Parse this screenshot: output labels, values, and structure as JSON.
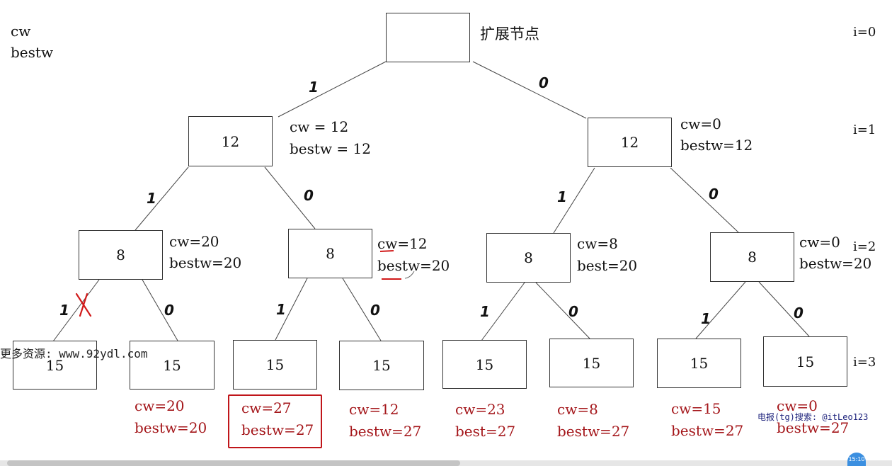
{
  "corner_labels": [
    "cw",
    "bestw"
  ],
  "root_title": "扩展节点",
  "level_labels": [
    "i=0",
    "i=1",
    "i=2",
    "i=3"
  ],
  "nodes": {
    "root": "",
    "l1_left": "12",
    "l1_right": "12",
    "l2_a": "8",
    "l2_b": "8",
    "l2_c": "8",
    "l2_d": "8",
    "l3": [
      "15",
      "15",
      "15",
      "15",
      "15",
      "15",
      "15",
      "15"
    ]
  },
  "edge_labels": {
    "root_left": "1",
    "root_right": "0",
    "l1l_left": "1",
    "l1l_right": "0",
    "l1r_left": "1",
    "l1r_right": "0",
    "l2a_left": "1",
    "l2a_right": "0",
    "l2b_left": "1",
    "l2b_right": "0",
    "l2c_left": "1",
    "l2c_right": "0",
    "l2d_left": "1",
    "l2d_right": "0"
  },
  "annotations": {
    "l1_left": [
      "cw = 12",
      "bestw = 12"
    ],
    "l1_right": [
      "cw=0",
      "bestw=12"
    ],
    "l2_a": [
      "cw=20",
      "bestw=20"
    ],
    "l2_b": [
      "cw=12",
      "bestw=20"
    ],
    "l2_c": [
      "cw=8",
      "best=20"
    ],
    "l2_d": [
      "cw=0",
      "bestw=20"
    ],
    "l3": [
      [
        "cw=20",
        "bestw=20"
      ],
      [
        "cw=27",
        "bestw=27"
      ],
      [
        "cw=12",
        "bestw=27"
      ],
      [
        "cw=23",
        "best=27"
      ],
      [
        "cw=8",
        "bestw=27"
      ],
      [
        "cw=15",
        "bestw=27"
      ],
      [
        "cw=0",
        "bestw=27"
      ]
    ]
  },
  "watermarks": {
    "site": "更多资源: www.92ydl.com",
    "search": "电报(tg)搜索: @itLeo123"
  },
  "badge": "15:10",
  "colors": {
    "annotation_red": "#a4161a",
    "highlight_box": "#c0151a",
    "pen_red": "#d11a1a"
  }
}
